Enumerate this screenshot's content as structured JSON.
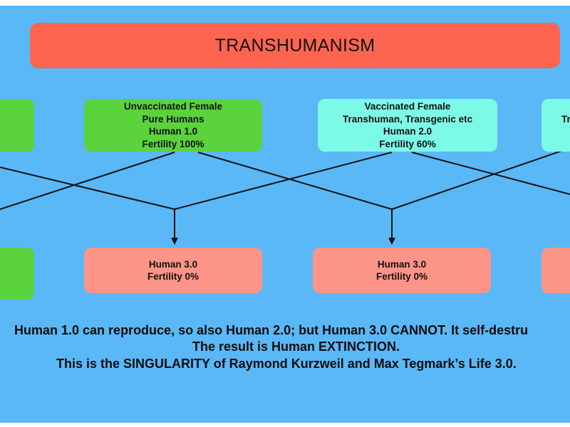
{
  "title": "TRANSHUMANISM",
  "top_row": [
    {
      "lines": [
        "Unvaccinated Female",
        "Pure Humans",
        "Human 1.0",
        "Fertility 100%"
      ]
    },
    {
      "lines": [
        "Vaccinated Female",
        "Transhuman, Transgenic etc",
        "Human 2.0",
        "Fertility 60%"
      ]
    },
    {
      "lines": [
        "Tr"
      ]
    }
  ],
  "bottom_row": [
    {
      "lines": [
        "Human 3.0",
        "Fertility 0%"
      ]
    },
    {
      "lines": [
        "Human 3.0",
        "Fertility 0%"
      ]
    }
  ],
  "caption": {
    "line1": "Human 1.0 can reproduce, so also Human 2.0; but Human 3.0 CANNOT. It self-destru",
    "line2": "The result is Human EXTINCTION.",
    "line3": "This is the SINGULARITY of Raymond Kurzweil and Max Tegmark’s Life 3.0."
  },
  "colors": {
    "background": "#5ab8f7",
    "title_box": "#fe6550",
    "unvaccinated": "#5ad33c",
    "vaccinated": "#7dfae6",
    "offspring": "#fd9488"
  }
}
